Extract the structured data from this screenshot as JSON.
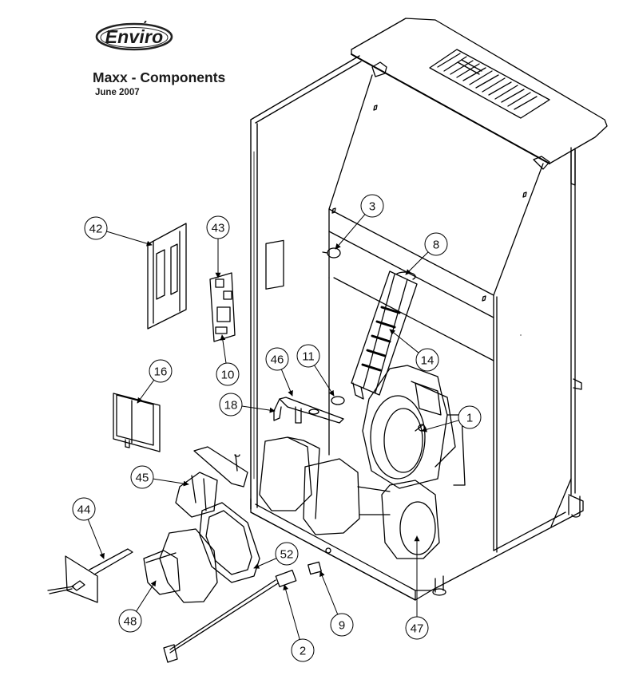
{
  "header": {
    "brand": "Enviro",
    "title": "Maxx - Components",
    "date": "June 2007"
  },
  "diagram": {
    "type": "exploded-parts-view",
    "subject": "Enviro Maxx pellet stove",
    "line_color": "#000000",
    "background": "#ffffff"
  },
  "callouts": [
    {
      "id": "1",
      "label": "1"
    },
    {
      "id": "2",
      "label": "2"
    },
    {
      "id": "3",
      "label": "3"
    },
    {
      "id": "8",
      "label": "8"
    },
    {
      "id": "9",
      "label": "9"
    },
    {
      "id": "10",
      "label": "10"
    },
    {
      "id": "11",
      "label": "11"
    },
    {
      "id": "14",
      "label": "14"
    },
    {
      "id": "16",
      "label": "16"
    },
    {
      "id": "18",
      "label": "18"
    },
    {
      "id": "42",
      "label": "42"
    },
    {
      "id": "43",
      "label": "43"
    },
    {
      "id": "44",
      "label": "44"
    },
    {
      "id": "45",
      "label": "45"
    },
    {
      "id": "46",
      "label": "46"
    },
    {
      "id": "47",
      "label": "47"
    },
    {
      "id": "48",
      "label": "48"
    },
    {
      "id": "52",
      "label": "52"
    }
  ]
}
